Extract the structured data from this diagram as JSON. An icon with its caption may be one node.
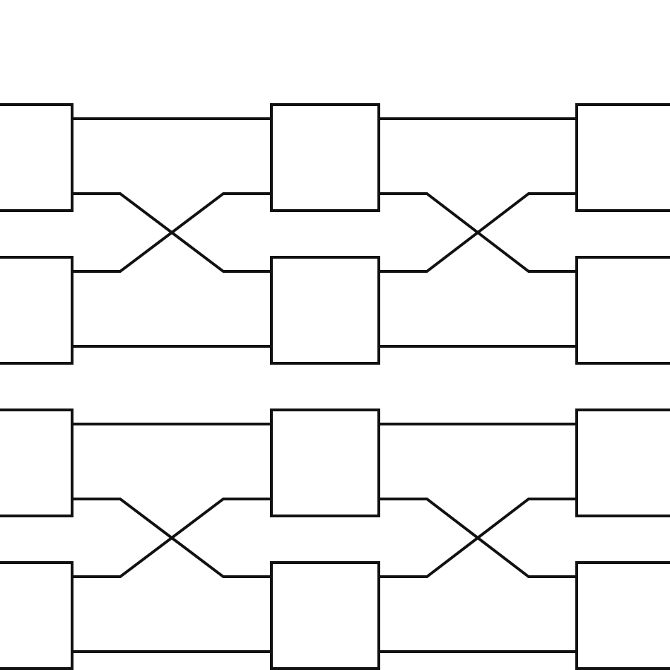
{
  "diagram": {
    "nodes": [
      {
        "text": [],
        "shape": "box"
      },
      {
        "text": [],
        "shape": "box"
      },
      {
        "text": [],
        "shape": "box"
      },
      {
        "text": [],
        "shape": "box"
      },
      {
        "text": [],
        "shape": "box"
      },
      {
        "text": [],
        "shape": "box"
      },
      {
        "text": [],
        "shape": "box"
      },
      {
        "text": [],
        "shape": "box"
      },
      {
        "text": [],
        "shape": "box"
      },
      {
        "text": [],
        "shape": "box"
      },
      {
        "text": [],
        "shape": "box"
      },
      {
        "text": [],
        "shape": "box"
      }
    ],
    "edges": [
      {
        "from": 0,
        "to": 1,
        "arrow": "none"
      },
      {
        "from": 0,
        "to": 4,
        "arrow": "none"
      },
      {
        "from": 3,
        "to": 1,
        "arrow": "none"
      },
      {
        "from": 3,
        "to": 4,
        "arrow": "none"
      },
      {
        "from": 1,
        "to": 2,
        "arrow": "none"
      },
      {
        "from": 1,
        "to": 5,
        "arrow": "none"
      },
      {
        "from": 4,
        "to": 2,
        "arrow": "none"
      },
      {
        "from": 4,
        "to": 5,
        "arrow": "none"
      },
      {
        "from": 6,
        "to": 7,
        "arrow": "none"
      },
      {
        "from": 6,
        "to": 10,
        "arrow": "none"
      },
      {
        "from": 9,
        "to": 7,
        "arrow": "none"
      },
      {
        "from": 9,
        "to": 10,
        "arrow": "none"
      },
      {
        "from": 7,
        "to": 8,
        "arrow": "none"
      },
      {
        "from": 7,
        "to": 11,
        "arrow": "none"
      },
      {
        "from": 10,
        "to": 8,
        "arrow": "none"
      },
      {
        "from": 10,
        "to": 11,
        "arrow": "none"
      }
    ]
  }
}
